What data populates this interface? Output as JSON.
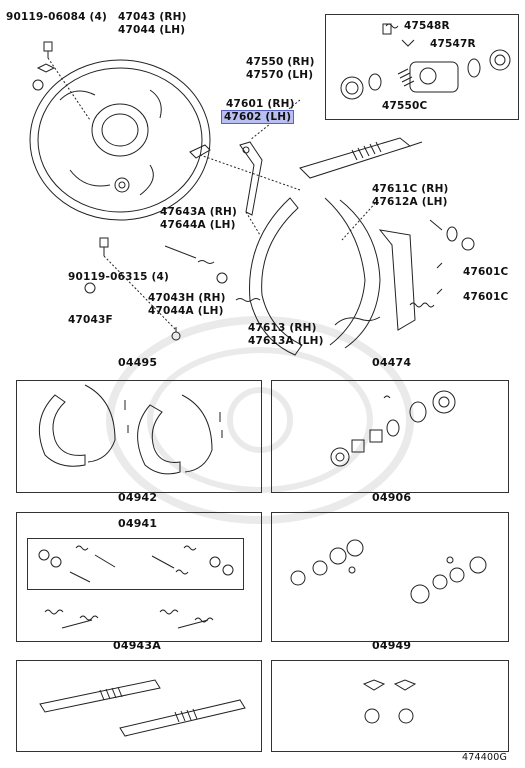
{
  "labels": {
    "p90119_06084": "90119-06084 (4)",
    "p47043_rh": "47043 (RH)",
    "p47044_lh": "47044 (LH)",
    "p47548r": "47548R",
    "p47547r": "47547R",
    "p47550_rh": "47550 (RH)",
    "p47570_lh": "47570 (LH)",
    "p47550c": "47550C",
    "p47601_rh": "47601 (RH)",
    "p47602_lh": "47602 (LH)",
    "p47611c_rh": "47611C (RH)",
    "p47612a_lh": "47612A (LH)",
    "p47643a_rh": "47643A (RH)",
    "p47644a_lh": "47644A (LH)",
    "p90119_06315": "90119-06315 (4)",
    "p47601c_a": "47601C",
    "p47601c_b": "47601C",
    "p47043h_rh": "47043H (RH)",
    "p47044a_lh": "47044A (LH)",
    "p47043f": "47043F",
    "p47613_rh": "47613 (RH)",
    "p47613a_lh": "47613A (LH)"
  },
  "kits": {
    "k04495": "04495",
    "k04474": "04474",
    "k04942": "04942",
    "k04941": "04941",
    "k04906": "04906",
    "k04943a": "04943A",
    "k04949": "04949"
  },
  "figure_code": "474400G",
  "colors": {
    "highlight": "#b9bff0",
    "line": "#222222",
    "watermark": "#999999"
  }
}
